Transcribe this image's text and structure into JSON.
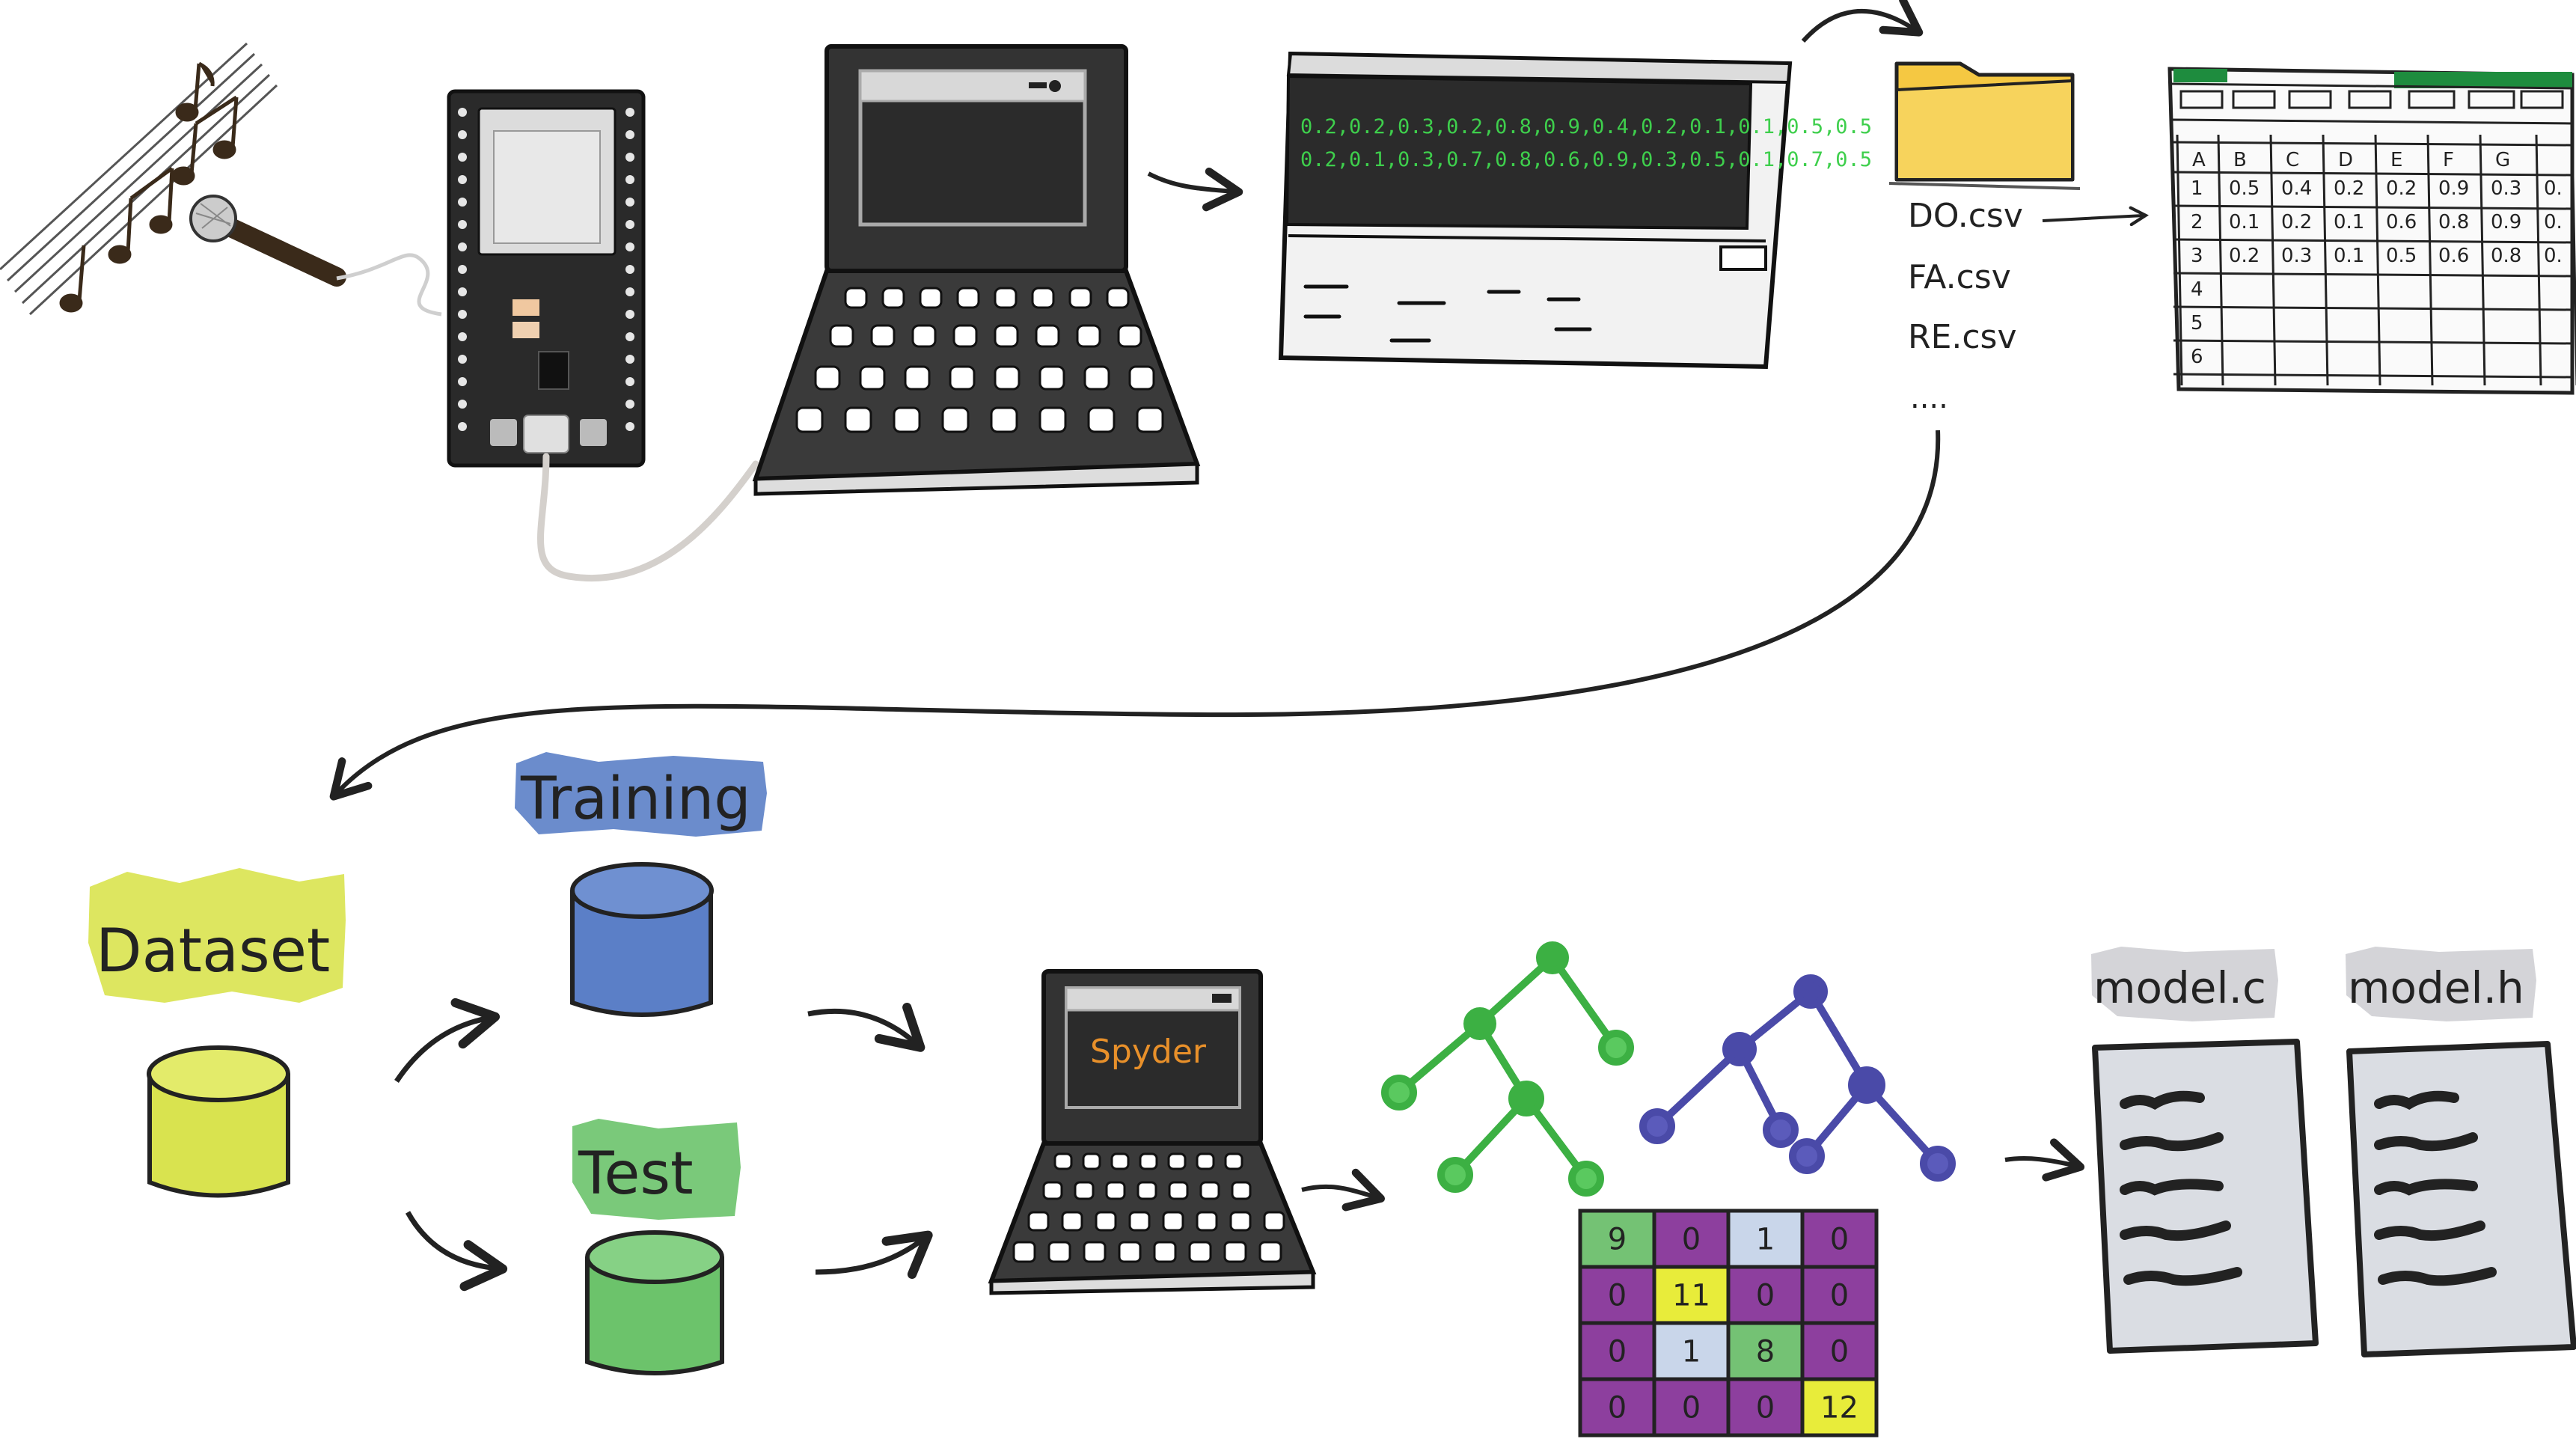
{
  "serial": {
    "line1": "0.2,0.2,0.3,0.2,0.8,0.9,0.4,0.2,0.1,0.1,0.5,0.5",
    "line2": "0.2,0.1,0.3,0.7,0.8,0.6,0.9,0.3,0.5,0.1,0.7,0.5"
  },
  "files": [
    "DO.csv",
    "FA.csv",
    "RE.csv",
    "...."
  ],
  "spreadsheet": {
    "columns": [
      "A",
      "B",
      "C",
      "D",
      "E",
      "F",
      "G"
    ],
    "rows": [
      [
        "1",
        "0.5",
        "0.4",
        "0.2",
        "0.2",
        "0.9",
        "0.3"
      ],
      [
        "2",
        "0.1",
        "0.2",
        "0.1",
        "0.6",
        "0.8",
        "0.9"
      ],
      [
        "3",
        "0.2",
        "0.3",
        "0.1",
        "0.5",
        "0.6",
        "0.8"
      ],
      [
        "4",
        "",
        "",
        "",
        "",
        "",
        ""
      ],
      [
        "5",
        "",
        "",
        "",
        "",
        "",
        ""
      ],
      [
        "6",
        "",
        "",
        "",
        "",
        "",
        ""
      ]
    ],
    "overflow_column": [
      "0.",
      "0.",
      "0."
    ]
  },
  "labels": {
    "dataset": "Dataset",
    "training": "Training",
    "test": "Test",
    "ide": "Spyder",
    "model_c": "model.c",
    "model_h": "model.h"
  },
  "confusion_matrix": [
    [
      "9",
      "0",
      "1",
      "0"
    ],
    [
      "0",
      "11",
      "0",
      "0"
    ],
    [
      "0",
      "1",
      "8",
      "0"
    ],
    [
      "0",
      "0",
      "0",
      "12"
    ]
  ],
  "colors": {
    "dataset": "#d9e34f",
    "training": "#5b7fc7",
    "test": "#6cc36b",
    "folder": "#f5c842",
    "tree_green": "#3cb043",
    "tree_blue": "#4a4aa8",
    "screen": "#2b2b2b",
    "terminal_text": "#3ecf4c",
    "spyder_text": "#e8902a",
    "matrix_purple": "#8d3f9e",
    "matrix_green": "#74c274",
    "matrix_yellow": "#e8ec3a",
    "matrix_light": "#c9d6ea"
  },
  "icons": [
    "music-notes-icon",
    "microphone-icon",
    "microcontroller-board-icon",
    "laptop-icon",
    "terminal-window-icon",
    "folder-icon",
    "spreadsheet-icon",
    "database-icon",
    "decision-tree-icon",
    "confusion-matrix-icon",
    "document-icon"
  ]
}
